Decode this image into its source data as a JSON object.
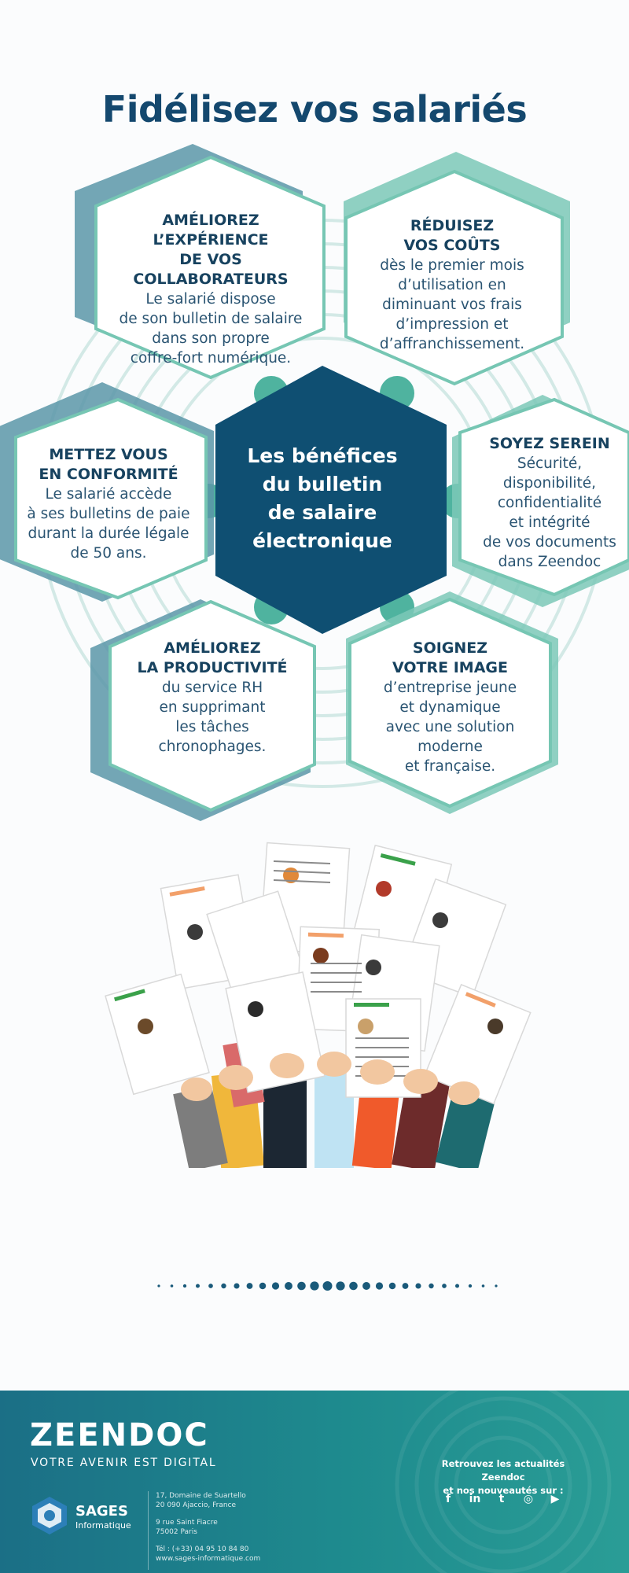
{
  "title": "Fidélisez vos salariés",
  "center": {
    "line1": "Les bénéfices",
    "line2": "du bulletin",
    "line3": "de salaire",
    "line4": "électronique"
  },
  "benefits": [
    {
      "title": [
        "AMÉLIOREZ",
        "L’EXPÉRIENCE",
        "DE VOS COLLABORATEURS"
      ],
      "desc": [
        "Le salarié dispose",
        "de son bulletin de salaire",
        "dans son propre",
        "coffre-fort numérique."
      ]
    },
    {
      "title": [
        "RÉDUISEZ",
        "VOS COÛTS"
      ],
      "desc": [
        "dès le premier mois",
        "d’utilisation en",
        "diminuant vos frais",
        "d’impression et",
        "d’affranchissement."
      ]
    },
    {
      "title": [
        "METTEZ VOUS",
        "EN CONFORMITÉ"
      ],
      "desc": [
        "Le salarié accède",
        "à ses bulletins de paie",
        "durant la durée légale",
        "de 50 ans."
      ]
    },
    {
      "title": [
        "SOYEZ SEREIN"
      ],
      "desc": [
        "Sécurité,",
        "disponibilité,",
        "confidentialité",
        "et intégrité",
        "de vos documents",
        "dans Zeendoc"
      ]
    },
    {
      "title": [
        "AMÉLIOREZ",
        "LA PRODUCTIVITÉ"
      ],
      "desc": [
        "du service RH",
        "en supprimant",
        "les tâches",
        "chronophages."
      ]
    },
    {
      "title": [
        "SOIGNEZ",
        "VOTRE IMAGE"
      ],
      "desc": [
        "d’entreprise jeune",
        "et dynamique",
        "avec une solution",
        "moderne",
        "et française."
      ]
    }
  ],
  "footer": {
    "logo": "ZEENDOC",
    "tagline": "VOTRE AVENIR EST DIGITAL",
    "sages_name": "SAGES",
    "sages_sub": "Informatique",
    "address1": [
      "17, Domaine de Suartello",
      "20 090 Ajaccio, France"
    ],
    "address2": [
      "9 rue Saint Fiacre",
      "75002 Paris"
    ],
    "contact": [
      "Tél : (+33) 04 95 10 84 80",
      "www.sages-informatique.com"
    ],
    "follow": [
      "Retrouvez les actualités Zeendoc",
      "et nos nouveautés sur :"
    ],
    "social": [
      {
        "icon": "facebook-icon",
        "glyph": "f"
      },
      {
        "icon": "linkedin-icon",
        "glyph": "in"
      },
      {
        "icon": "twitter-icon",
        "glyph": "t"
      },
      {
        "icon": "instagram-icon",
        "glyph": "◎"
      },
      {
        "icon": "youtube-icon",
        "glyph": "▶"
      }
    ]
  },
  "colors": {
    "navy": "#14486e",
    "center": "#0f4f72",
    "teal": "#6cc2b0",
    "footer": "#1e8b8e"
  }
}
